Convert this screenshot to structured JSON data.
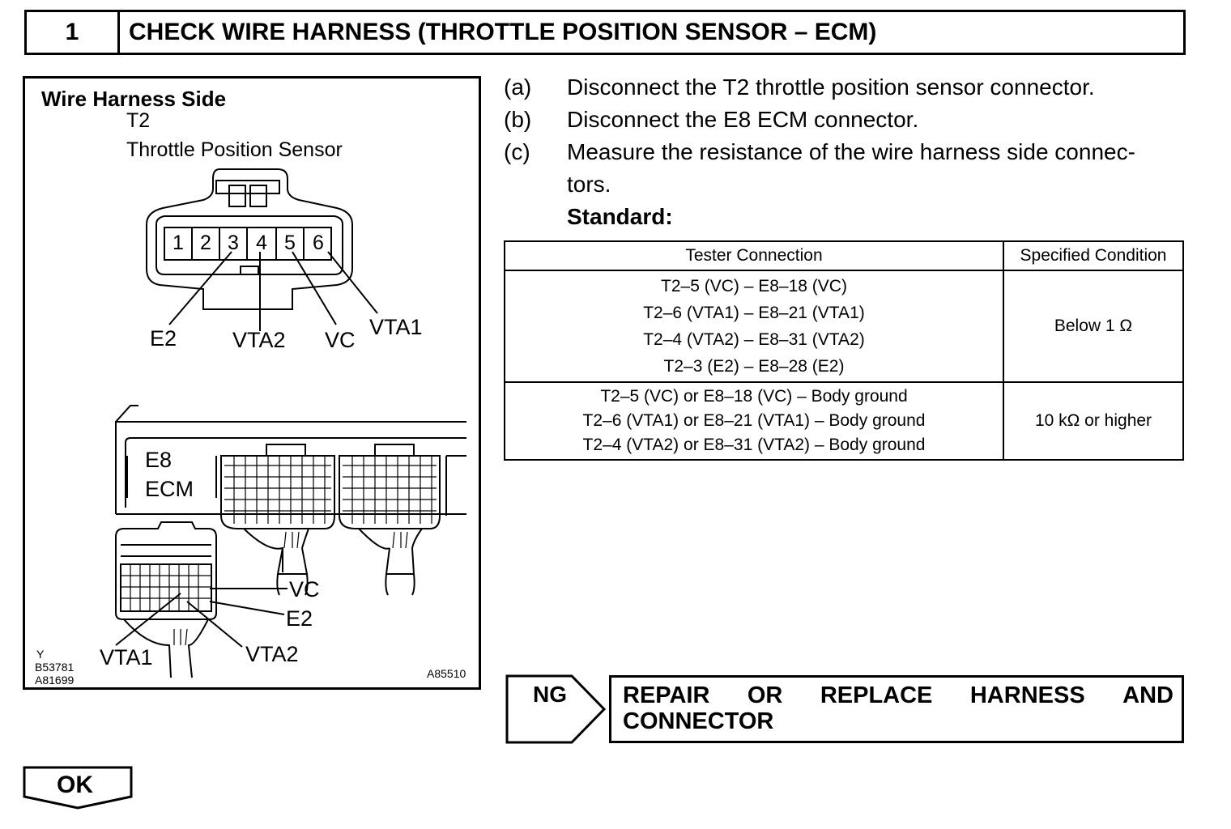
{
  "header": {
    "step_number": "1",
    "title": "CHECK WIRE HARNESS (THROTTLE POSITION SENSOR – ECM)"
  },
  "figure": {
    "heading": "Wire Harness Side",
    "connector_id": "T2",
    "connector_name": "Throttle Position Sensor",
    "pins": [
      "1",
      "2",
      "3",
      "4",
      "5",
      "6"
    ],
    "t2_labels": {
      "e2": "E2",
      "vta2": "VTA2",
      "vc": "VC",
      "vta1": "VTA1"
    },
    "ecm_id": "E8",
    "ecm_name": "ECM",
    "e8_labels": {
      "vc": "VC",
      "e2": "E2",
      "vta1": "VTA1",
      "vta2": "VTA2"
    },
    "codes": {
      "y": "Y",
      "code1": "B53781",
      "code2": "A81699",
      "code3": "A85510"
    }
  },
  "steps": [
    {
      "letter": "(a)",
      "text": "Disconnect the T2 throttle position sensor connector."
    },
    {
      "letter": "(b)",
      "text": "Disconnect the E8 ECM connector."
    },
    {
      "letter": "(c)",
      "text": "Measure the resistance of the wire harness side connec-",
      "text2": "tors."
    }
  ],
  "standard_label": "Standard:",
  "table": {
    "headers": [
      "Tester Connection",
      "Specified Condition"
    ],
    "rows": [
      {
        "connections": [
          "T2–5 (VC) – E8–18 (VC)",
          "T2–6 (VTA1) – E8–21 (VTA1)",
          "T2–4 (VTA2) – E8–31 (VTA2)",
          "T2–3 (E2) – E8–28 (E2)"
        ],
        "condition": "Below 1 Ω"
      },
      {
        "connections": [
          "T2–5 (VC) or E8–18 (VC) – Body ground",
          "T2–6 (VTA1) or E8–21 (VTA1) – Body ground",
          "T2–4 (VTA2) or E8–31 (VTA2) – Body ground"
        ],
        "condition": "10 kΩ or higher"
      }
    ]
  },
  "ng": {
    "label": "NG",
    "words": [
      "REPAIR",
      "OR",
      "REPLACE",
      "HARNESS",
      "AND"
    ],
    "line2": "CONNECTOR"
  },
  "ok": {
    "label": "OK"
  }
}
